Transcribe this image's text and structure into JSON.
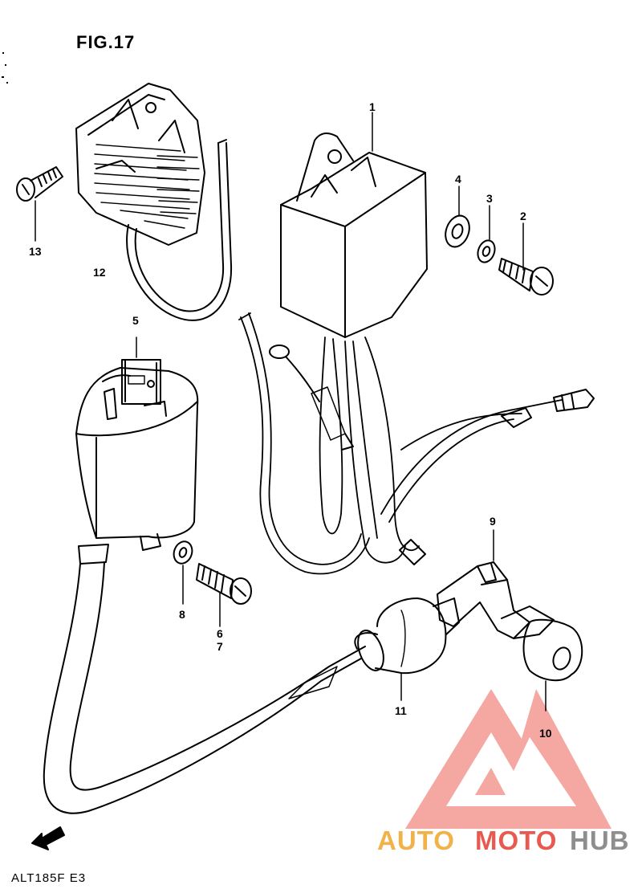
{
  "figure": {
    "title": "FIG.17",
    "model_code": "ALT185F  E3",
    "fwd_label": "FWD"
  },
  "callouts": {
    "c1": "1",
    "c2": "2",
    "c3": "3",
    "c4": "4",
    "c5": "5",
    "c6": "6",
    "c7": "7",
    "c8": "8",
    "c9": "9",
    "c10": "10",
    "c11": "11",
    "c12": "12",
    "c13": "13"
  },
  "watermark": {
    "part1": "AUTO",
    "part2": "MOTO",
    "part3": "HUB",
    "colors": {
      "auto": "#f2b24a",
      "moto": "#e85a4f",
      "hub": "#8e8e8e",
      "logo": "#f28b82"
    }
  }
}
